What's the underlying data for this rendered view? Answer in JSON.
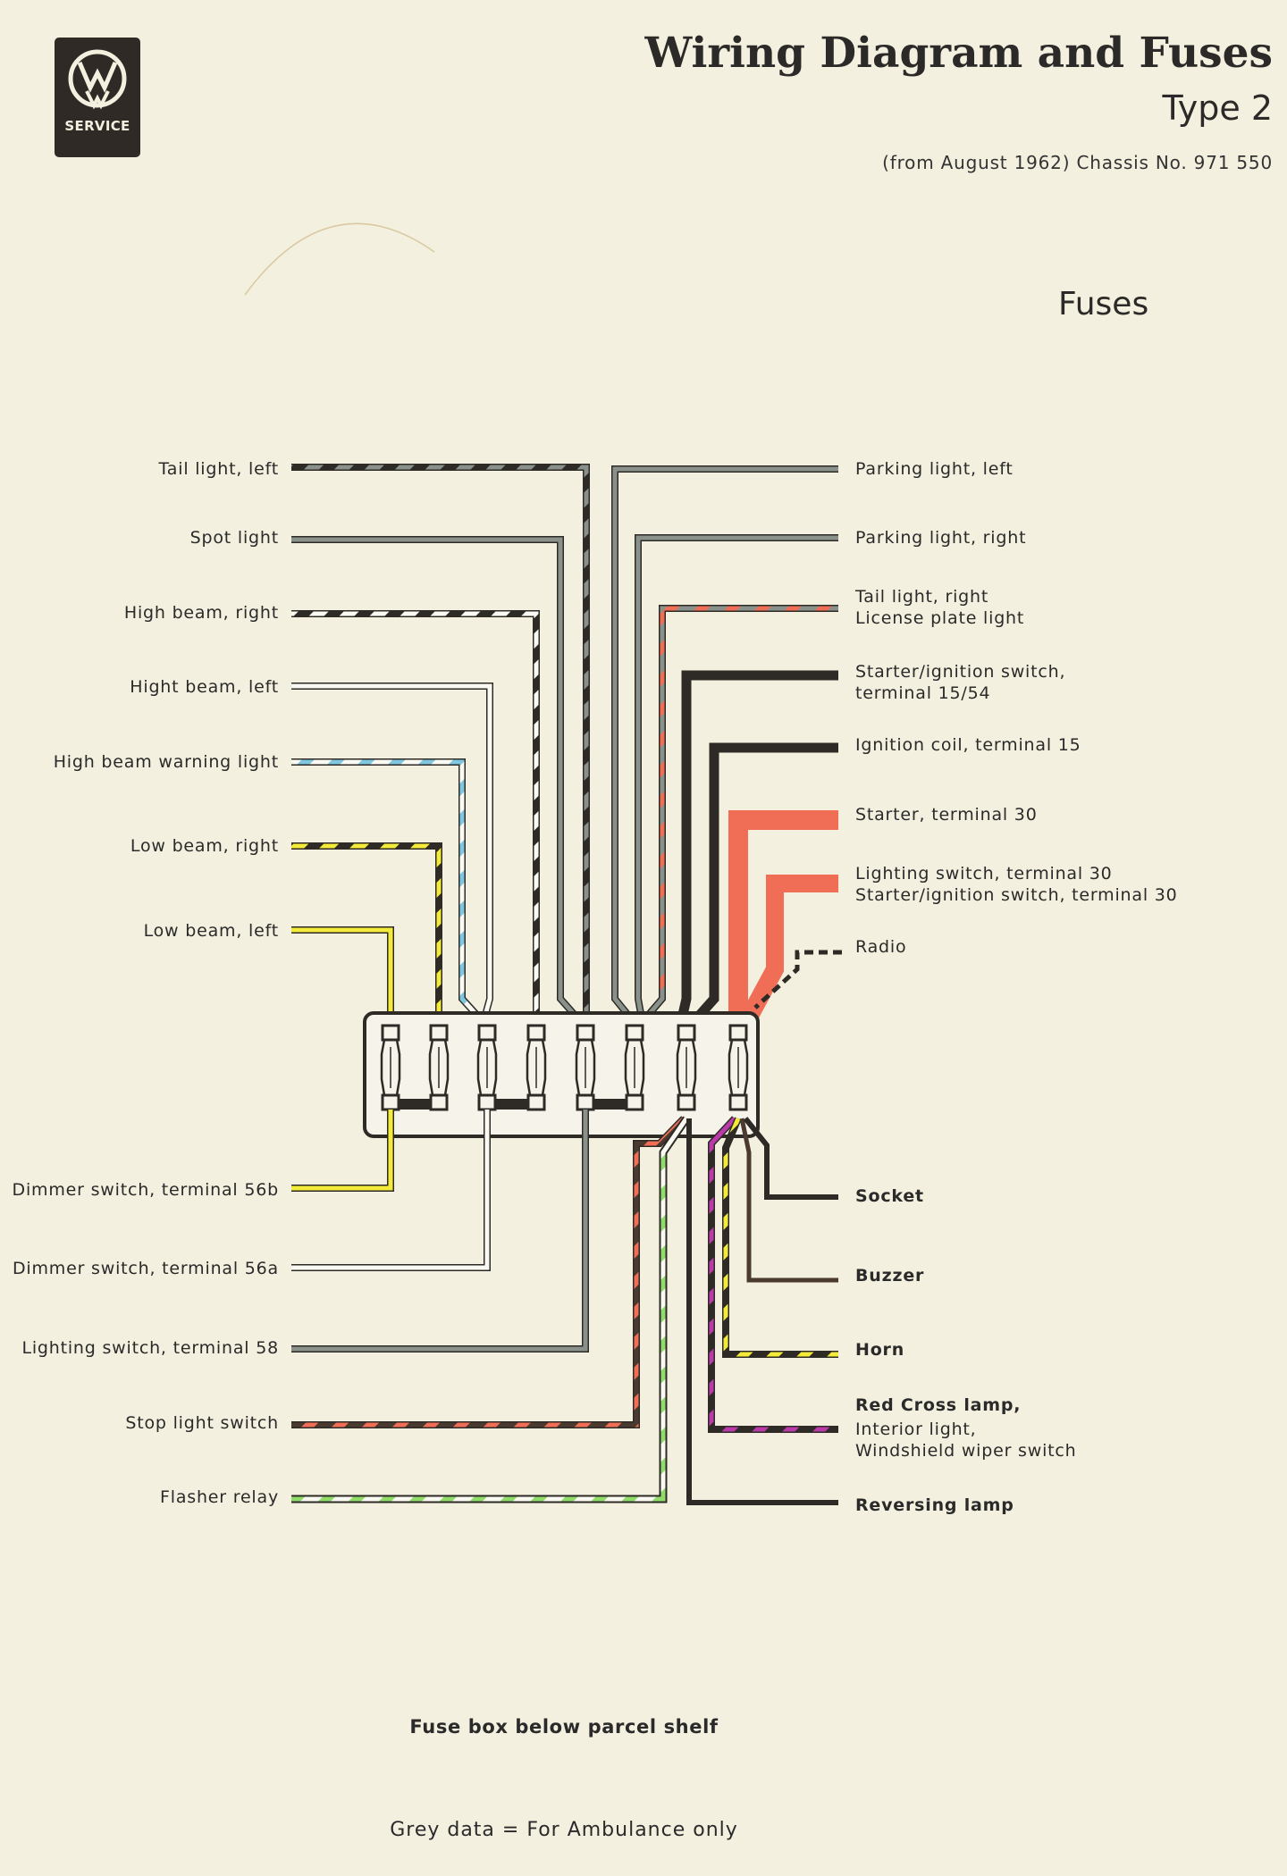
{
  "header": {
    "logo_text": "SERVICE",
    "title": "Wiring Diagram and Fuses",
    "subtitle": "Type 2",
    "chassis": "(from August 1962) Chassis No. 971 550",
    "section_heading": "Fuses"
  },
  "labels_left_top": [
    "Tail light, left",
    "Spot light",
    "High beam, right",
    "Hight beam, left",
    "High beam warning light",
    "Low beam, right",
    "Low beam, left"
  ],
  "labels_right_top": [
    "Parking light, left",
    "Parking light, right",
    "Tail light, right",
    "License plate light",
    "Starter/ignition switch,",
    "terminal 15/54",
    "Ignition coil, terminal 15",
    "Starter, terminal 30",
    "Lighting switch, terminal 30",
    "Starter/ignition switch, terminal 30",
    "Radio"
  ],
  "labels_left_bottom": [
    "Dimmer switch, terminal 56b",
    "Dimmer switch, terminal 56a",
    "Lighting switch, terminal 58",
    "Stop light switch",
    "Flasher relay"
  ],
  "labels_right_bottom": [
    "Socket",
    "Buzzer",
    "Horn",
    "Red Cross lamp,",
    "Interior light,",
    "Windshield wiper switch",
    "Reversing lamp"
  ],
  "caption": "Fuse box below parcel shelf",
  "footnote": "Grey data = For Ambulance only",
  "wire_colors": {
    "black": "#2e2b27",
    "grey": "#8a918b",
    "white": "#fafaf2",
    "yellow": "#f3ea3a",
    "red": "#ef6e55",
    "green": "#8fdc6a",
    "blue": "#7fc6de",
    "violet": "#b93aa8",
    "brown": "#4a3a2f",
    "fusebox": "#f6f4ea"
  }
}
